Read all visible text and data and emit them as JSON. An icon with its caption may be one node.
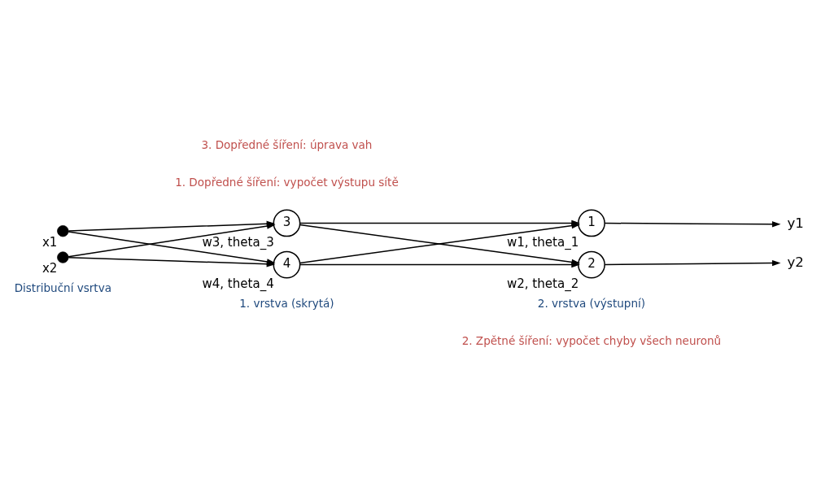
{
  "diagram": {
    "nodes": [
      {
        "text": [],
        "shape": "circle",
        "beside": [
          "x1"
        ]
      },
      {
        "text": [],
        "shape": "circle",
        "beside": [
          "x2"
        ]
      },
      {
        "text": [
          "3"
        ],
        "beside": [
          "w3, theta_3"
        ]
      },
      {
        "text": [
          "4"
        ],
        "beside": [
          "w4, theta_4"
        ]
      },
      {
        "text": [
          "1"
        ],
        "beside": [
          "w1, theta_1"
        ]
      },
      {
        "text": [
          "2"
        ],
        "beside": [
          "w2, theta_2"
        ]
      },
      {
        "text": [
          "y1"
        ]
      },
      {
        "text": [
          "y2"
        ]
      }
    ],
    "edges": [
      {
        "from": 0,
        "to": 2,
        "arrow": "to"
      },
      {
        "from": 0,
        "to": 3,
        "arrow": "to"
      },
      {
        "from": 1,
        "to": 2,
        "arrow": "to"
      },
      {
        "from": 1,
        "to": 3,
        "arrow": "to"
      },
      {
        "from": 2,
        "to": 4,
        "arrow": "to"
      },
      {
        "from": 2,
        "to": 5,
        "arrow": "to"
      },
      {
        "from": 3,
        "to": 4,
        "arrow": "to"
      },
      {
        "from": 3,
        "to": 5,
        "arrow": "to"
      },
      {
        "from": 4,
        "to": 6,
        "arrow": "to"
      },
      {
        "from": 5,
        "to": 7,
        "arrow": "to"
      }
    ],
    "labels": [
      "3. Dopředné šíření: úprava vah",
      "1. Dopředné šíření: vypočet výstupu sítě",
      "Distribuční vsrtva",
      "1. vrstva (skrytá)",
      "2. vrstva (výstupní)",
      "2. Zpětné šíření: vypočet chyby všech neuronů"
    ]
  }
}
